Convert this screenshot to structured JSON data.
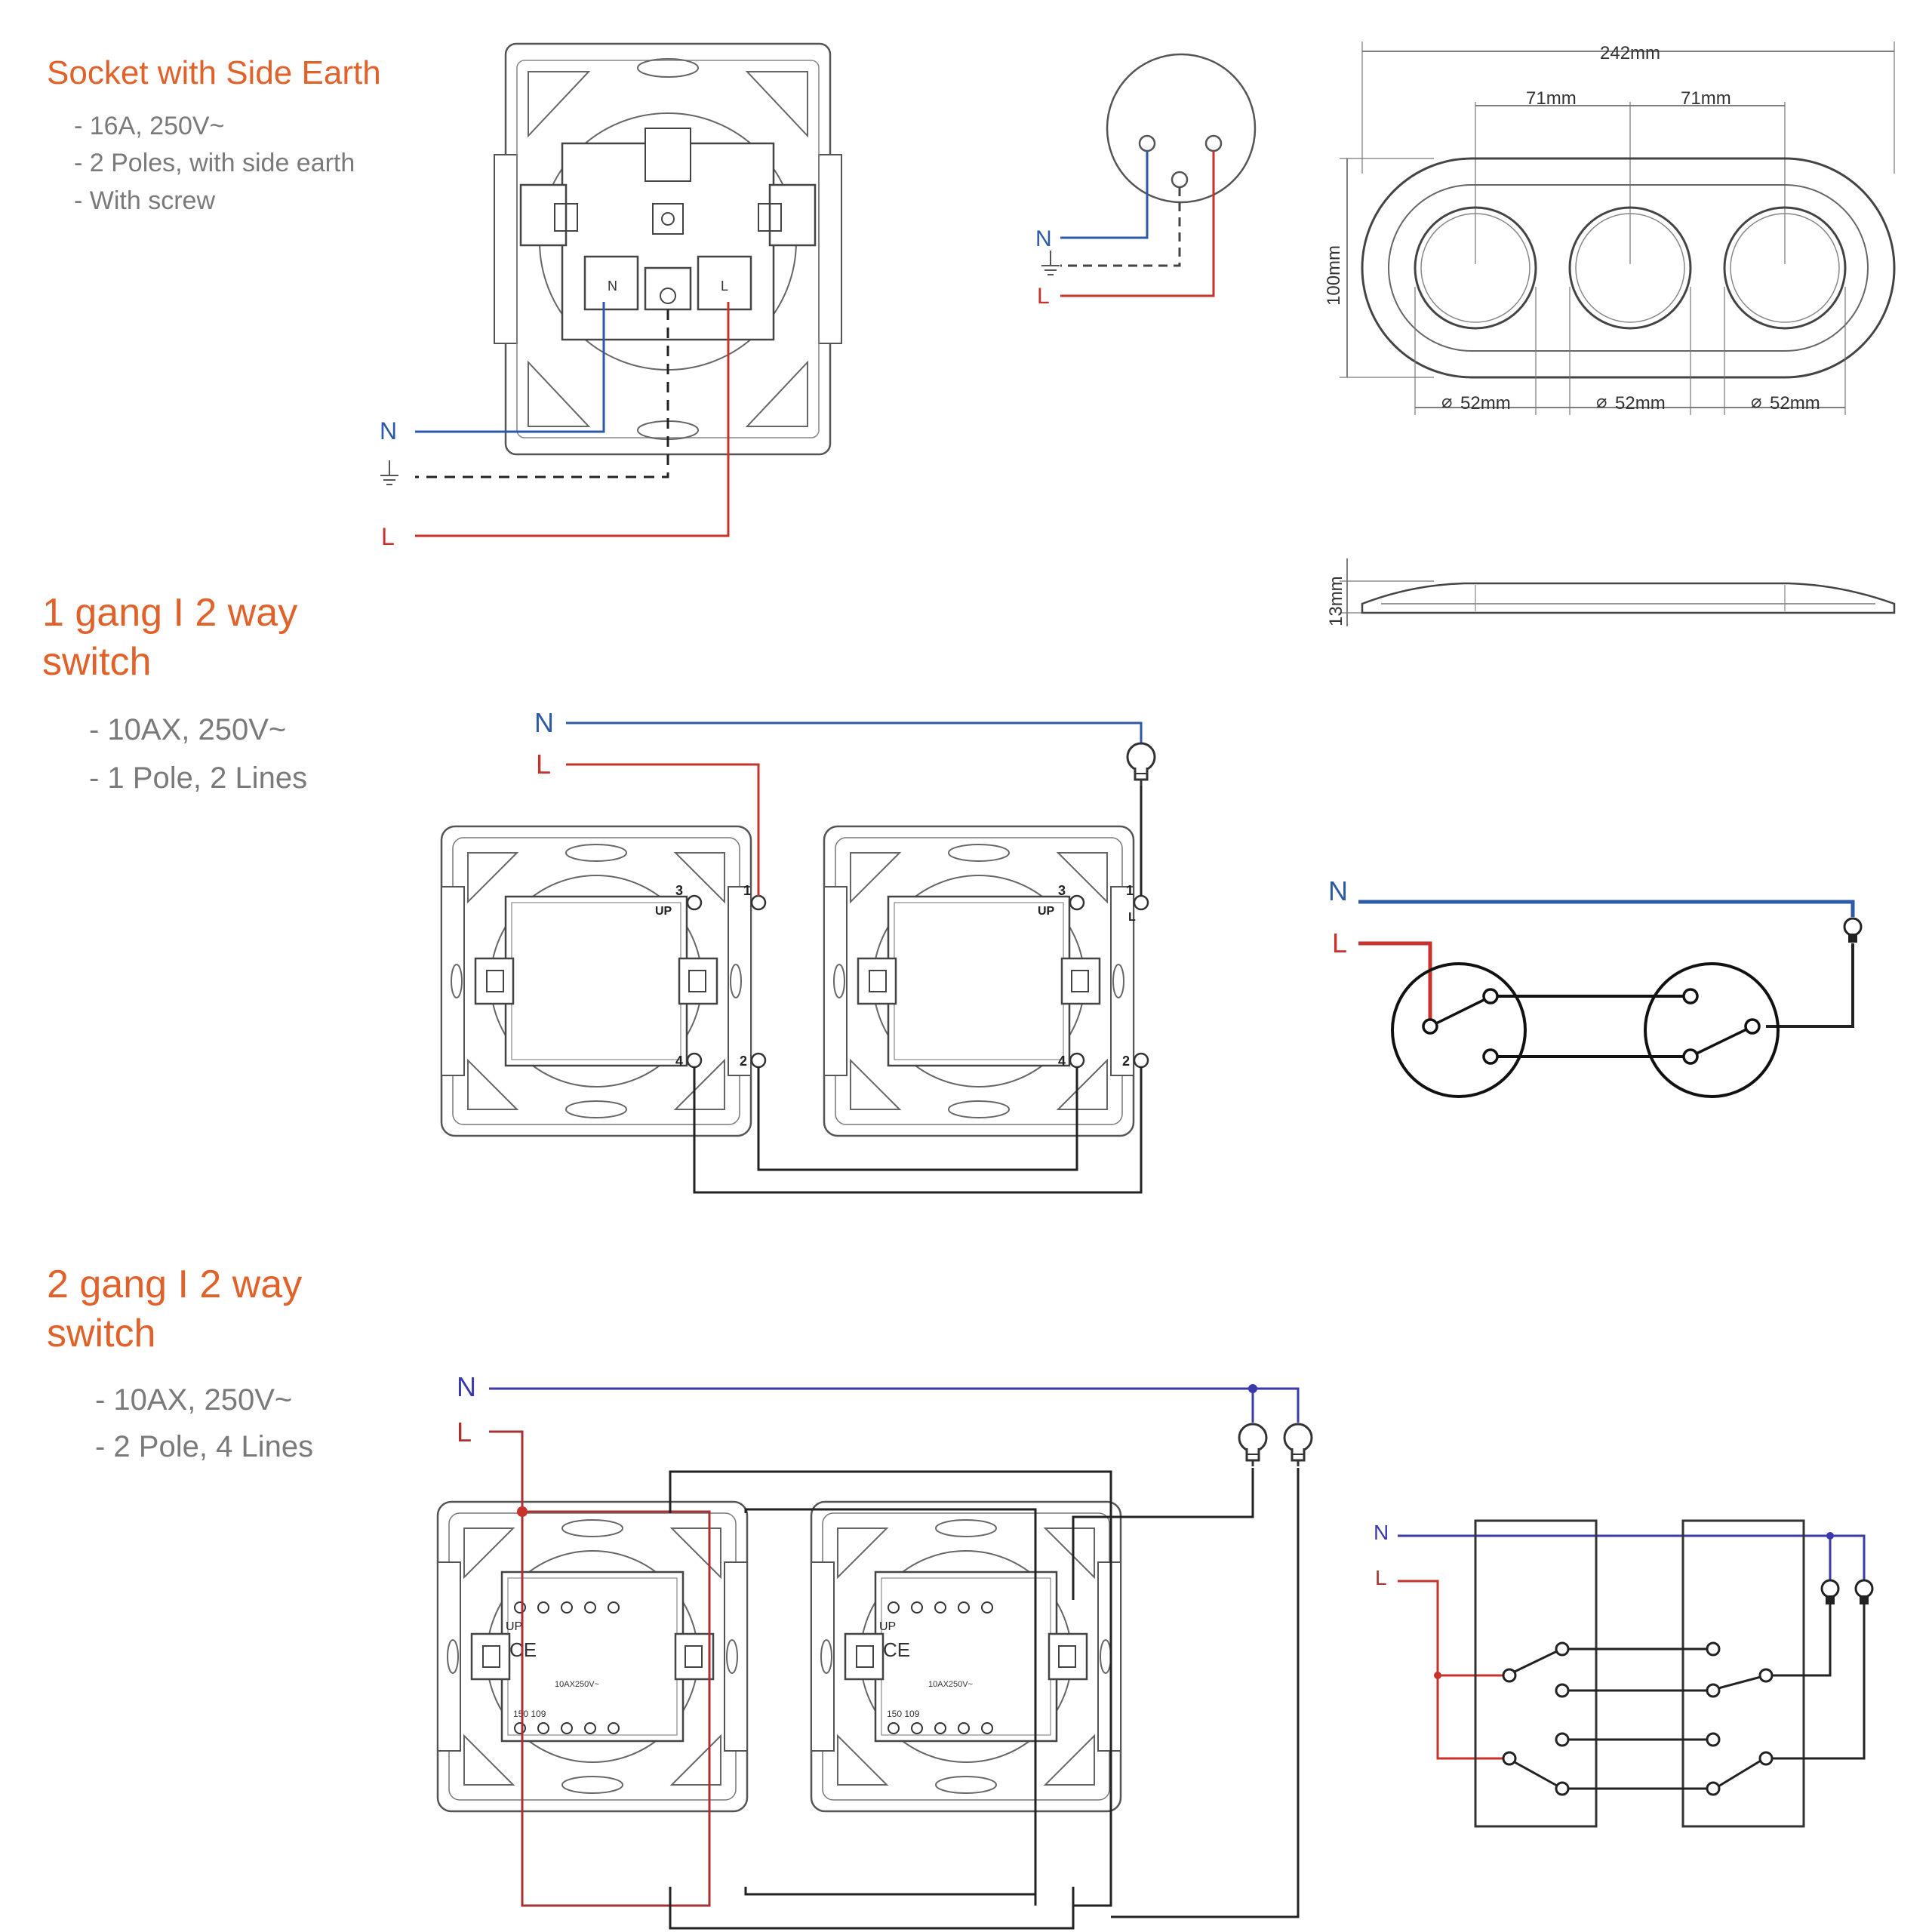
{
  "sections": {
    "socket": {
      "title": "Socket with Side Earth",
      "specs": [
        "- 16A, 250V~",
        "- 2 Poles, with side earth",
        "- With screw"
      ],
      "terminal_labels": {
        "n": "N",
        "l": "L"
      },
      "wire_labels": {
        "n": "N",
        "l": "L"
      }
    },
    "socket_symbol": {
      "wire_labels": {
        "n": "N",
        "l": "L"
      }
    },
    "frame": {
      "width": "242mm",
      "spacing_left": "71mm",
      "spacing_right": "71mm",
      "height": "100mm",
      "hole_1": "52mm",
      "hole_2": "52mm",
      "hole_3": "52mm",
      "thickness": "13mm"
    },
    "switch_1gang": {
      "title_line1": "1 gang I 2 way",
      "title_line2": "switch",
      "specs": [
        "- 10AX, 250V~",
        "- 1 Pole, 2 Lines"
      ],
      "wire_labels": {
        "n": "N",
        "l": "L"
      },
      "terminals_left": {
        "t3": "3",
        "t1": "1",
        "t4": "4",
        "t2": "2",
        "up": "UP"
      },
      "terminals_right": {
        "t3": "3",
        "t1": "1",
        "t4": "4",
        "t2": "2",
        "up": "UP",
        "l": "L"
      },
      "schematic_labels": {
        "n": "N",
        "l": "L"
      }
    },
    "switch_2gang": {
      "title_line1": "2 gang I 2 way",
      "title_line2": "switch",
      "specs": [
        "- 10AX, 250V~",
        "- 2 Pole, 4 Lines"
      ],
      "wire_labels": {
        "n": "N",
        "l": "L"
      },
      "module_text": {
        "up": "UP",
        "ce": "CE",
        "rating": "10AX250V~",
        "code": "150 109"
      },
      "schematic_labels": {
        "n": "N",
        "l": "L"
      }
    }
  },
  "colors": {
    "heading": "#e0622a",
    "spec_text": "#7a7a7a",
    "neutral_wire": "#2d5aa8",
    "live_wire": "#c8322c",
    "line": "#333333",
    "outline": "#555555"
  },
  "icons": [
    "earth-icon",
    "bulb-icon"
  ]
}
